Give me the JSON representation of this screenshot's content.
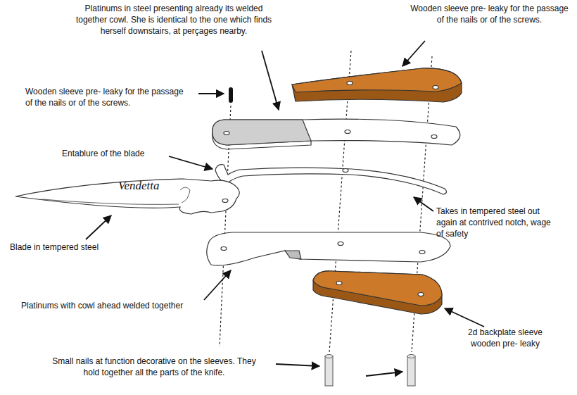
{
  "diagram": {
    "labels": [
      "Platinums in steel presenting already its welded together cowl. She is identical to the one which finds herself downstairs, at perçages nearby.",
      "Wooden sleeve pre- leaky for the passage of the nails or of the screws.",
      "Wooden sleeve pre- leaky for the passage of the nails or of the screws.",
      "Entablure of the blade",
      "Vendetta",
      "Takes in tempered steel out again at contrived notch, wage of safety",
      "Blade in tempered steel",
      "Platinums with cowl ahead welded together",
      "2d backplate sleeve wooden pre- leaky",
      "Small nails at function decorative on the sleeves. They hold together all the parts of the knife."
    ]
  }
}
